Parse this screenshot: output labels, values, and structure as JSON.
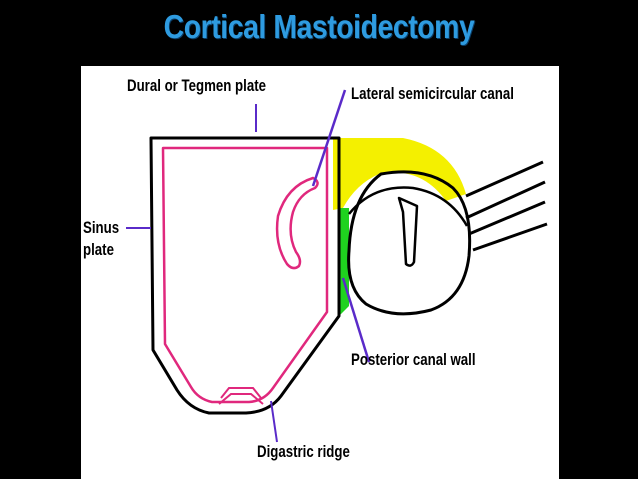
{
  "title": "Cortical Mastoidectomy",
  "labels": {
    "dural": "Dural or Tegmen plate",
    "lateral_canal": "Lateral semicircular canal",
    "sinus_line1": "Sinus",
    "sinus_line2": "plate",
    "posterior_wall": "Posterior canal wall",
    "digastric": "Digastric ridge"
  },
  "colors": {
    "title": "#2e9be0",
    "outline": "#000000",
    "inner_outline": "#e0287d",
    "pointer": "#5a2bc9",
    "yellow_region": "#f4f000",
    "green_region": "#1fd21f"
  }
}
